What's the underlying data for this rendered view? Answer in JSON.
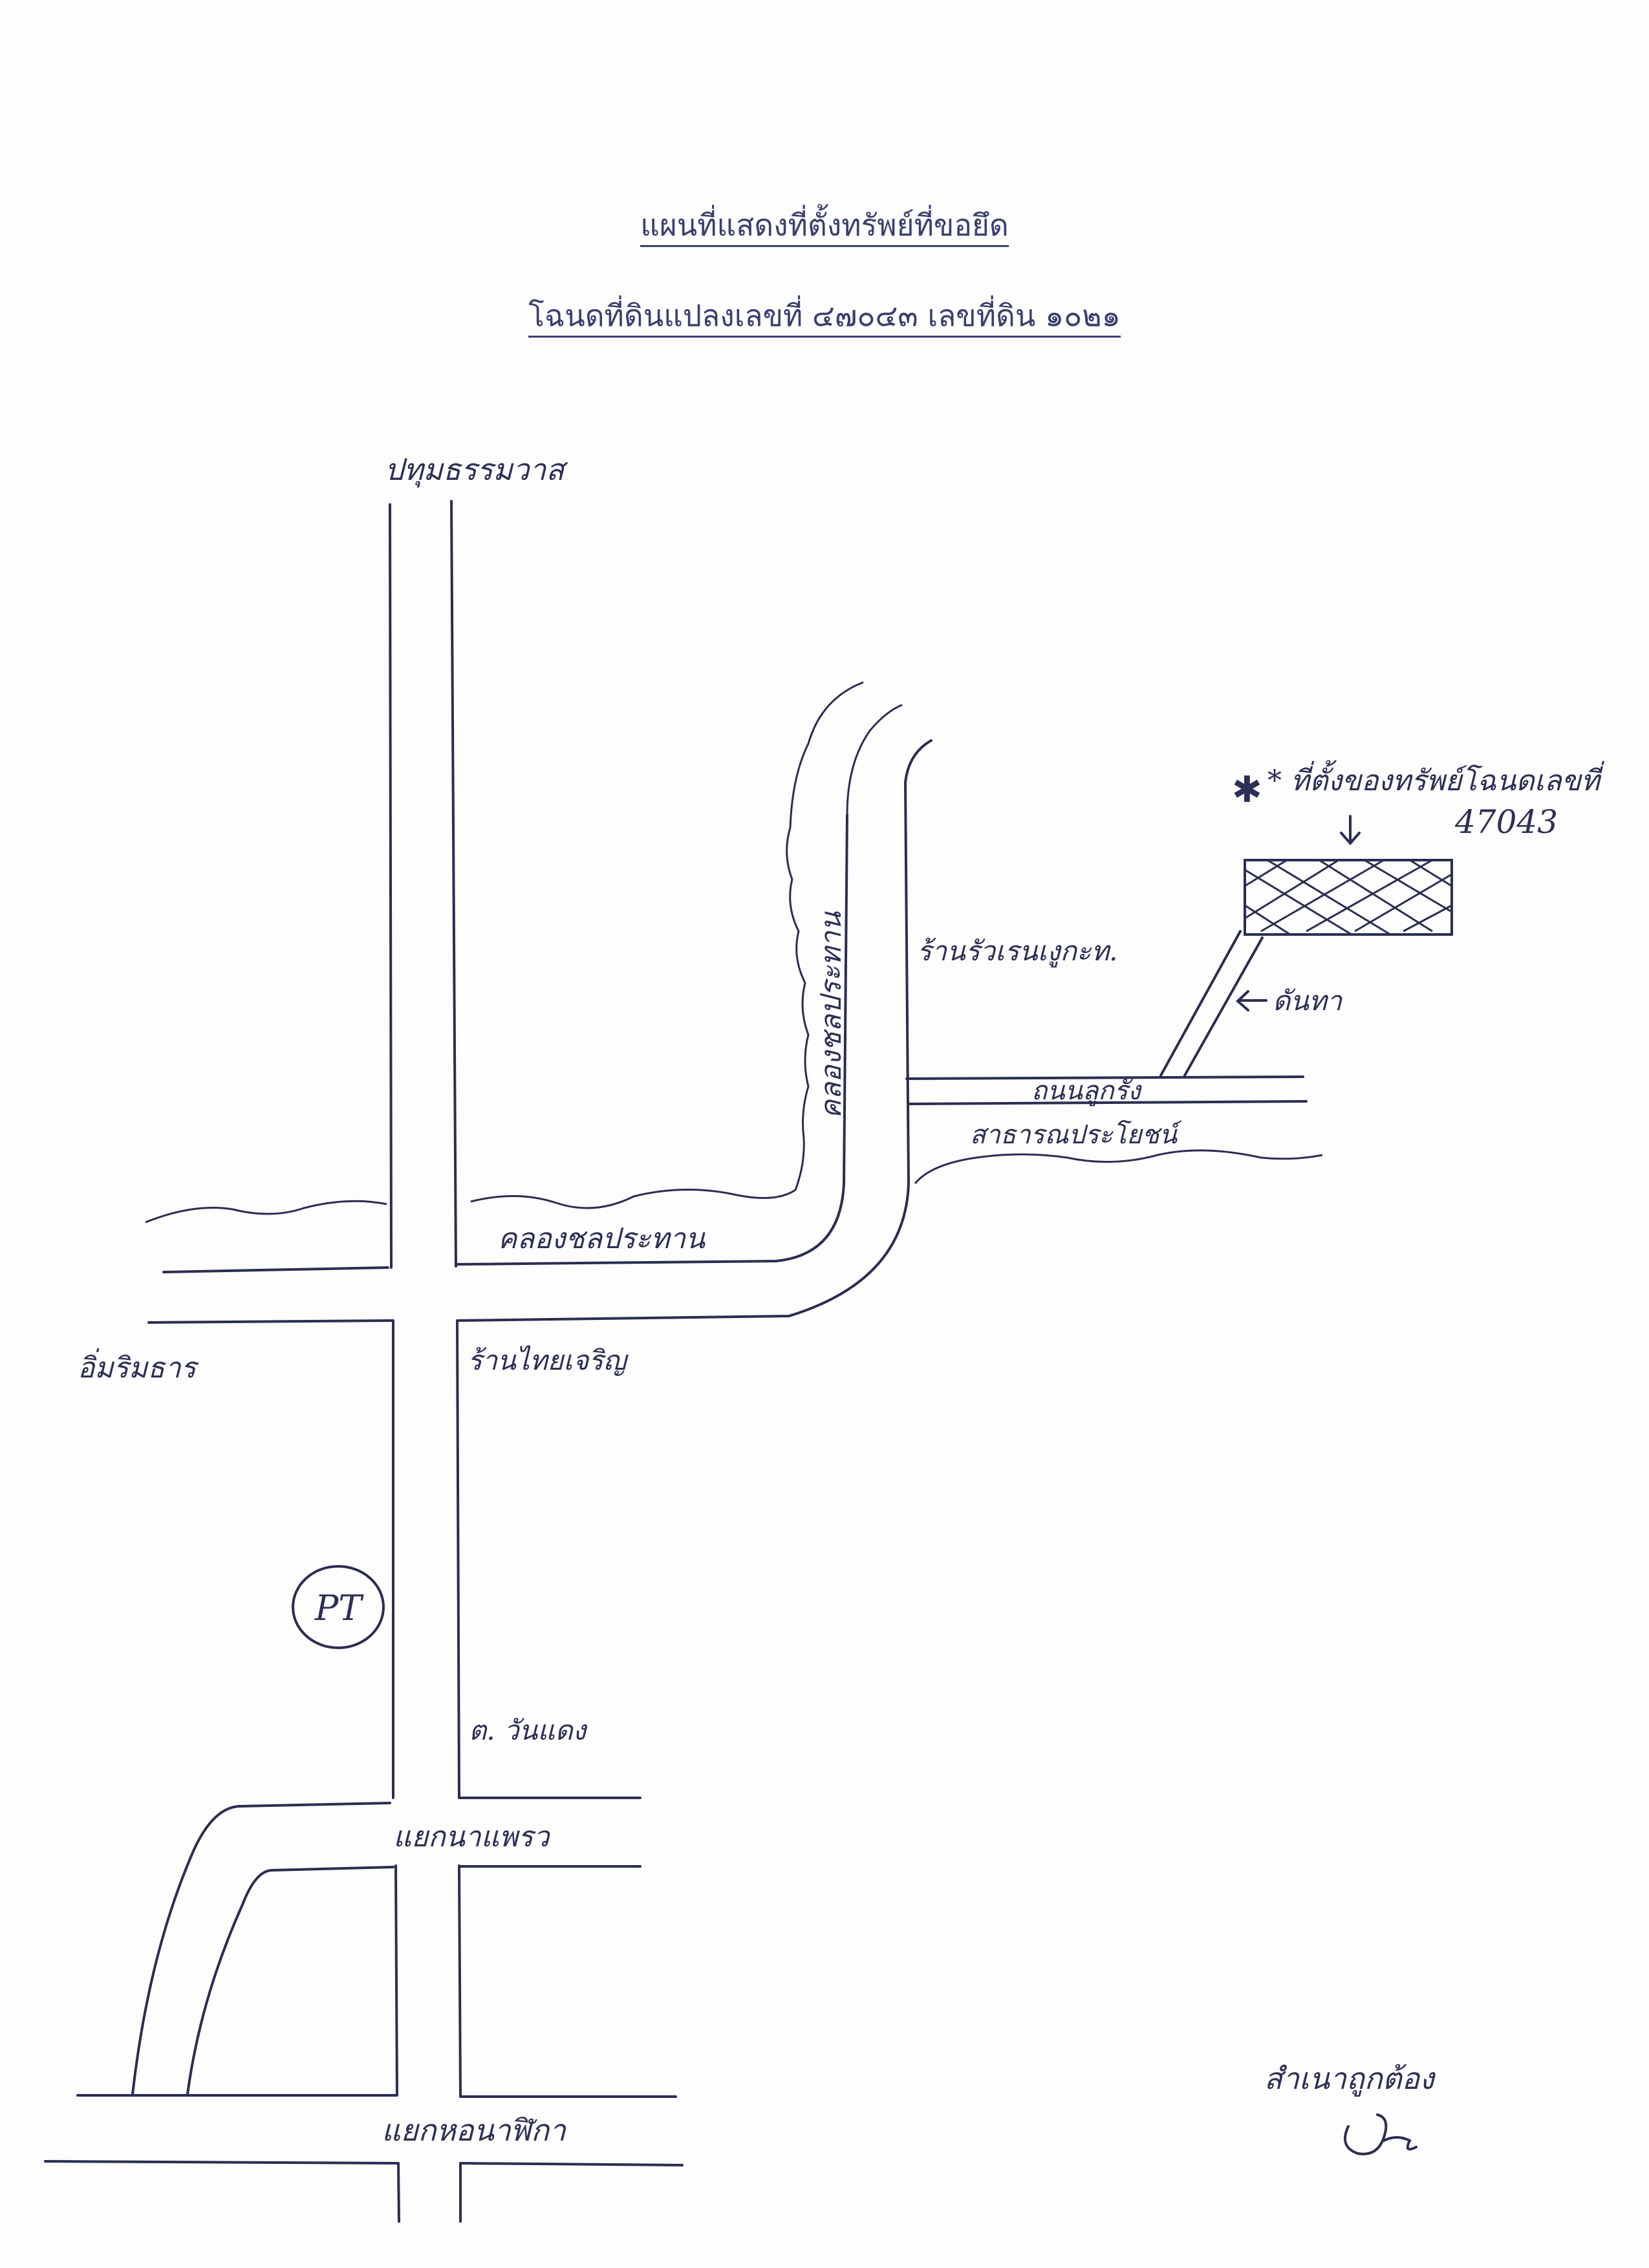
{
  "title": {
    "line1": "แผนที่แสดงที่ตั้งทรัพย์ที่ขอยึด",
    "line2": "โฉนดที่ดินแปลงเลขที่ ๔๗๐๔๓ เลขที่ดิน ๑๐๒๑"
  },
  "labels": {
    "north_road": "ปทุมธรรมวาส",
    "canal_vertical": "คลองชลประทาน",
    "canal_horizontal": "คลองชลประทาน",
    "shop_right": "ร้านรัวเรนเงูกะท.",
    "shop_center": "ร้านไทยเจริญ",
    "left_place": "อิ่มริมธาร",
    "road_side": "ถนนลูกรัง",
    "public_way": "สาธารณประโยชน์",
    "dirt_road": "ดันทา",
    "location_note": "* ที่ตั้งของทรัพย์โฉนดเลขที่",
    "deed_number": "47043",
    "pt_station": "PT",
    "tambon": "ต. วันแดง",
    "junction_1": "แยกนาแพรว",
    "junction_2": "แยกหอนาฬิกา",
    "certify": "สำเนาถูกต้อง"
  },
  "colors": {
    "ink": "#2b2d52",
    "title": "#3b3f6e"
  }
}
